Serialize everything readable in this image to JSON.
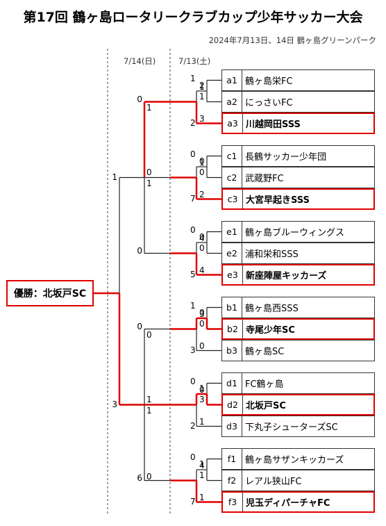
{
  "title": "第17回 鶴ヶ島ロータリークラブカップ少年サッカー大会",
  "subtitle": "2024年7月13日、14日 鶴ヶ島グリーンパーク",
  "headers": {
    "day2": "7/14(日)",
    "day1": "7/13(土)"
  },
  "champion_label": "優勝：北坂戸SC",
  "colors": {
    "win_line": "#e00000",
    "line": "#222222",
    "dashed": "#444444"
  },
  "teams": [
    {
      "code": "a1",
      "name": "鶴ヶ島栄FC",
      "winner": false
    },
    {
      "code": "a2",
      "name": "にっさいFC",
      "winner": false
    },
    {
      "code": "a3",
      "name": "川越岡田SSS",
      "winner": true
    },
    {
      "code": "c1",
      "name": "長鶴サッカー少年団",
      "winner": false
    },
    {
      "code": "c2",
      "name": "武蔵野FC",
      "winner": false
    },
    {
      "code": "c3",
      "name": "大宮早起きSSS",
      "winner": true
    },
    {
      "code": "e1",
      "name": "鶴ヶ島ブルーウィングス",
      "winner": false
    },
    {
      "code": "e2",
      "name": "浦和栄和SSS",
      "winner": false
    },
    {
      "code": "e3",
      "name": "新座陣屋キッカーズ",
      "winner": true
    },
    {
      "code": "b1",
      "name": "鶴ヶ島西SSS",
      "winner": false
    },
    {
      "code": "b2",
      "name": "寺尾少年SC",
      "winner": true
    },
    {
      "code": "b3",
      "name": "鶴ヶ島SC",
      "winner": false
    },
    {
      "code": "d1",
      "name": "FC鶴ヶ島",
      "winner": false
    },
    {
      "code": "d2",
      "name": "北坂戸SC",
      "winner": true
    },
    {
      "code": "d3",
      "name": "下丸子シューターズSC",
      "winner": false
    },
    {
      "code": "f1",
      "name": "鶴ヶ島サザンキッカーズ",
      "winner": false
    },
    {
      "code": "f2",
      "name": "レアル狭山FC",
      "winner": false
    },
    {
      "code": "f3",
      "name": "児玉ディパーチャFC",
      "winner": true
    }
  ],
  "groups": [
    {
      "top_score": "1",
      "mid_scores": [
        "2",
        "1",
        "1",
        "3"
      ],
      "bottom_score": "2"
    },
    {
      "top_score": "0",
      "mid_scores": [
        "0",
        "1",
        "0",
        "2"
      ],
      "bottom_score": "7"
    },
    {
      "top_score": "0",
      "mid_scores": [
        "0",
        "4",
        "0",
        "4"
      ],
      "bottom_score": "5"
    },
    {
      "top_score": "1",
      "mid_scores": [
        "0",
        "3",
        "0",
        "0"
      ],
      "bottom_score": "3"
    },
    {
      "top_score": "0",
      "mid_scores": [
        "1",
        "0",
        "3",
        "1"
      ],
      "bottom_score": "2"
    },
    {
      "top_score": "0",
      "mid_scores": [
        "1",
        "4",
        "1",
        "1"
      ],
      "bottom_score": "7"
    }
  ],
  "pair_scores": [
    {
      "top": "0",
      "top_inner": "1",
      "bottom": "0",
      "bottom_inner": "1"
    },
    {
      "top": "0",
      "top_inner": "",
      "bottom": "",
      "bottom_inner": ""
    },
    {
      "top": "0",
      "top_inner": "0",
      "bottom": "1",
      "bottom_inner": "1"
    },
    {
      "top": "6",
      "top_inner": "0",
      "bottom": "",
      "bottom_inner": ""
    }
  ],
  "semi_scores": {
    "top": "1",
    "bottom": "3"
  }
}
